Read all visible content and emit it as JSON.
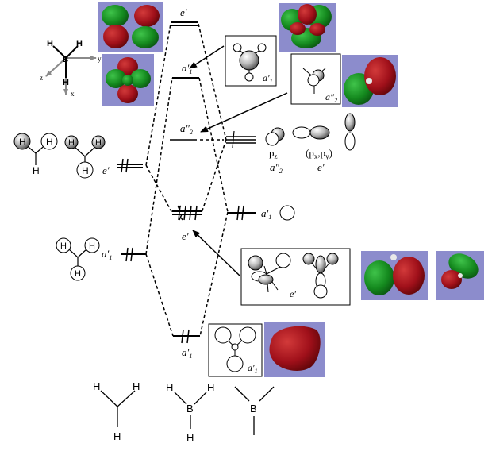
{
  "colors": {
    "orbital_bg": "#8c8ccc",
    "lobe_green": "#14891e",
    "lobe_red": "#a0101a",
    "axis_gray": "#8a8a8a"
  },
  "axes": {
    "y": "y",
    "z": "z",
    "x": "x"
  },
  "atoms": {
    "H": "H",
    "B": "B"
  },
  "levels": {
    "e_top": {
      "sym": "e",
      "prime": "′"
    },
    "a1_upper": {
      "sym": "a",
      "prime": "′",
      "sub": "1"
    },
    "a2_nonbond": {
      "sym": "a",
      "prime": "″",
      "sub": "2"
    },
    "e_mid": {
      "sym": "e",
      "prime": "′"
    },
    "a1_bottom": {
      "sym": "a",
      "prime": "′",
      "sub": "1"
    }
  },
  "h_fragment": {
    "e_label": {
      "sym": "e",
      "prime": "′"
    },
    "a1_label": {
      "sym": "a",
      "prime": "′",
      "sub": "1"
    }
  },
  "b_orbitals": {
    "p_label": "p",
    "pz_sub": "z",
    "pz_sym": {
      "sym": "a",
      "prime": "″",
      "sub": "2"
    },
    "pxy_open": "(p",
    "pxy_x": "x",
    "pxy_comma": ",p",
    "pxy_y": "y",
    "pxy_close": ")",
    "pxy_sym": {
      "sym": "e",
      "prime": "′"
    },
    "s_sym": {
      "sym": "a",
      "prime": "′",
      "sub": "1"
    }
  },
  "box_labels": {
    "box1": {
      "sym": "a",
      "prime": "′",
      "sub": "1"
    },
    "box2": {
      "sym": "a",
      "prime": "″",
      "sub": "2"
    },
    "box3": {
      "sym": "e",
      "prime": "′"
    },
    "box4": {
      "sym": "a",
      "prime": "′",
      "sub": "1"
    }
  }
}
